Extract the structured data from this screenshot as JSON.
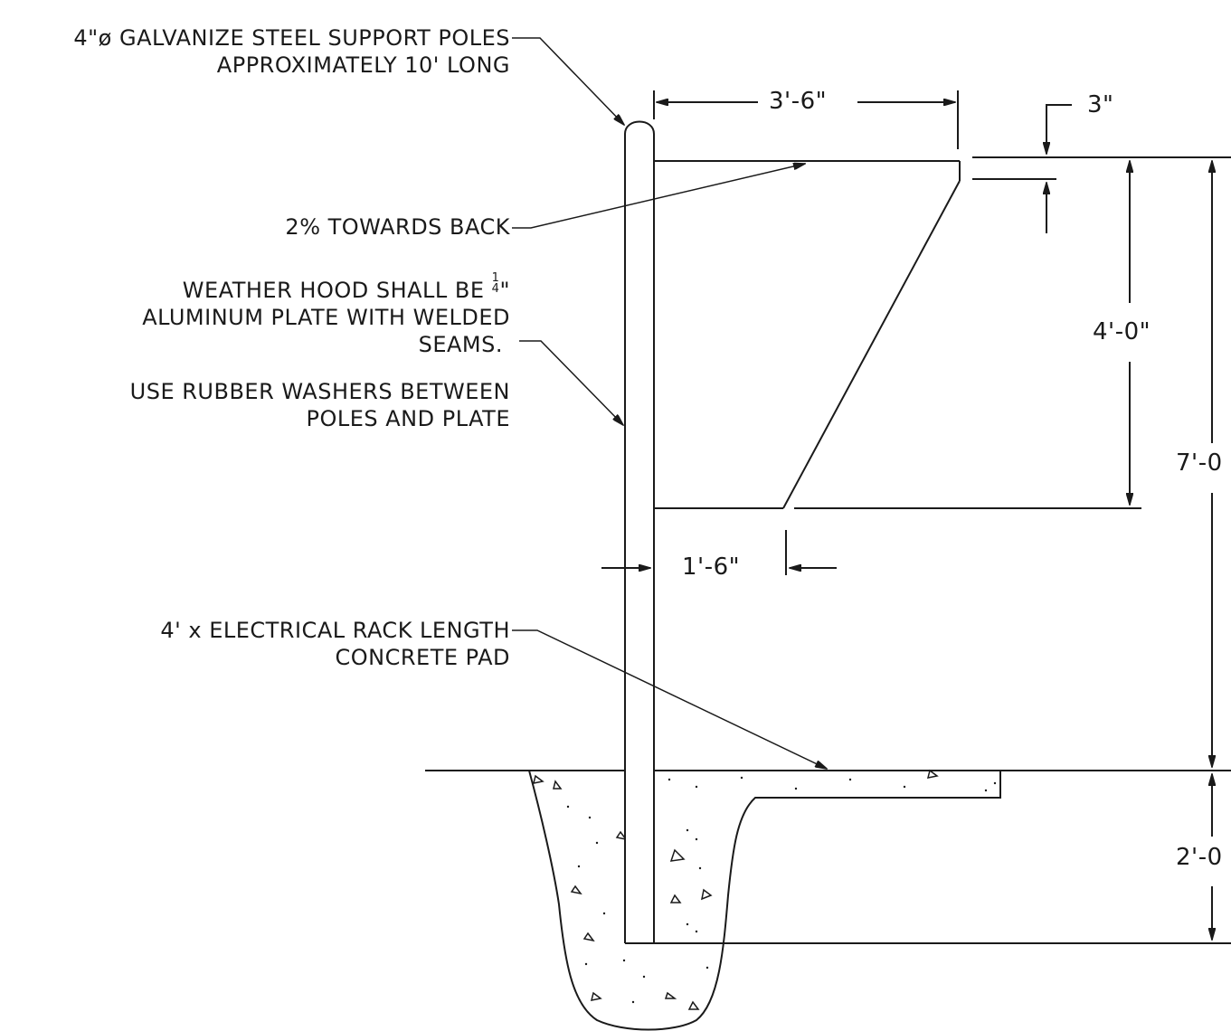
{
  "notes": {
    "poles_line1": "4\"ø GALVANIZE STEEL SUPPORT POLES",
    "poles_line2": "APPROXIMATELY 10' LONG",
    "slope": "2% TOWARDS BACK",
    "hood_line1_prefix": "WEATHER HOOD SHALL BE",
    "hood_frac_num": "1",
    "hood_frac_den": "4",
    "hood_frac_unit": "\"",
    "hood_line2": "ALUMINUM PLATE WITH WELDED",
    "hood_line3": "SEAMS.",
    "washers_line1": "USE RUBBER WASHERS BETWEEN",
    "washers_line2": "POLES AND PLATE",
    "pad_line1": "4' x ELECTRICAL RACK LENGTH",
    "pad_line2": "CONCRETE PAD"
  },
  "dimensions": {
    "hood_width": "3'-6\"",
    "hood_thickness": "3\"",
    "hood_height": "4'-0\"",
    "overall_height": "7'-0",
    "offset": "1'-6\"",
    "embed_depth": "2'-0"
  },
  "colors": {
    "ink": "#1a1a1a",
    "paper": "#ffffff"
  }
}
